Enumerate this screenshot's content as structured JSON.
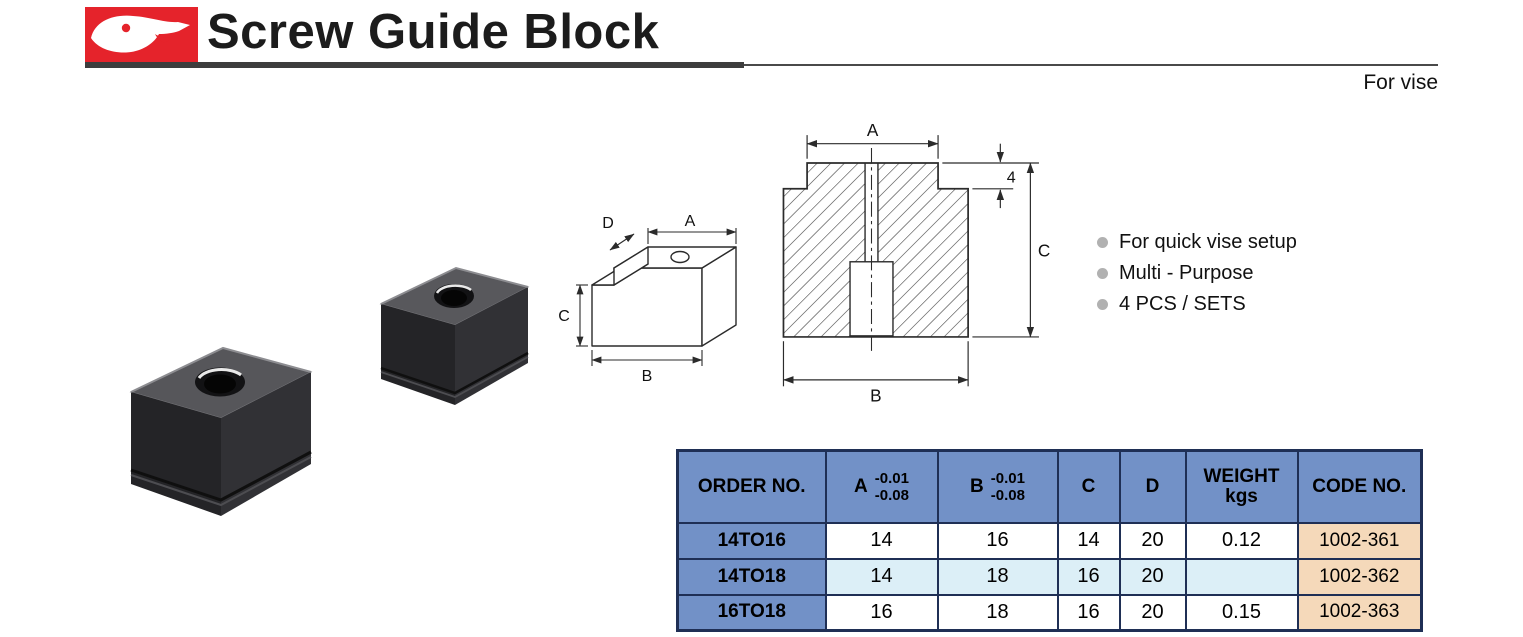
{
  "page": {
    "title": "Screw Guide Block",
    "tagline": "For vise"
  },
  "features": {
    "items": [
      "For quick vise setup",
      "Multi - Purpose",
      "4 PCS / SETS"
    ]
  },
  "drawings": {
    "iso": {
      "dim_a": "A",
      "dim_b": "B",
      "dim_c": "C",
      "dim_d": "D"
    },
    "section": {
      "dim_a": "A",
      "dim_b": "B",
      "dim_c": "C",
      "step": "4"
    }
  },
  "table": {
    "headers": {
      "order_no": "ORDER NO.",
      "a": "A",
      "a_tol_top": "-0.01",
      "a_tol_bottom": "-0.08",
      "b": "B",
      "b_tol_top": "-0.01",
      "b_tol_bottom": "-0.08",
      "c": "C",
      "d": "D",
      "weight": "WEIGHT",
      "weight_unit": "kgs",
      "code_no": "CODE NO."
    },
    "rows": [
      {
        "order_no": "14TO16",
        "a": "14",
        "b": "16",
        "c": "14",
        "d": "20",
        "weight": "0.12",
        "code_no": "1002-361"
      },
      {
        "order_no": "14TO18",
        "a": "14",
        "b": "18",
        "c": "16",
        "d": "20",
        "weight": "",
        "code_no": "1002-362"
      },
      {
        "order_no": "16TO18",
        "a": "16",
        "b": "18",
        "c": "16",
        "d": "20",
        "weight": "0.15",
        "code_no": "1002-363"
      }
    ]
  },
  "colors": {
    "brand_red": "#E5232B",
    "table_header_bg": "#7291C7",
    "code_col_bg": "#F5D9BA",
    "highlight_row_bg": "#DCEFF7",
    "table_border": "#1F2F55"
  }
}
